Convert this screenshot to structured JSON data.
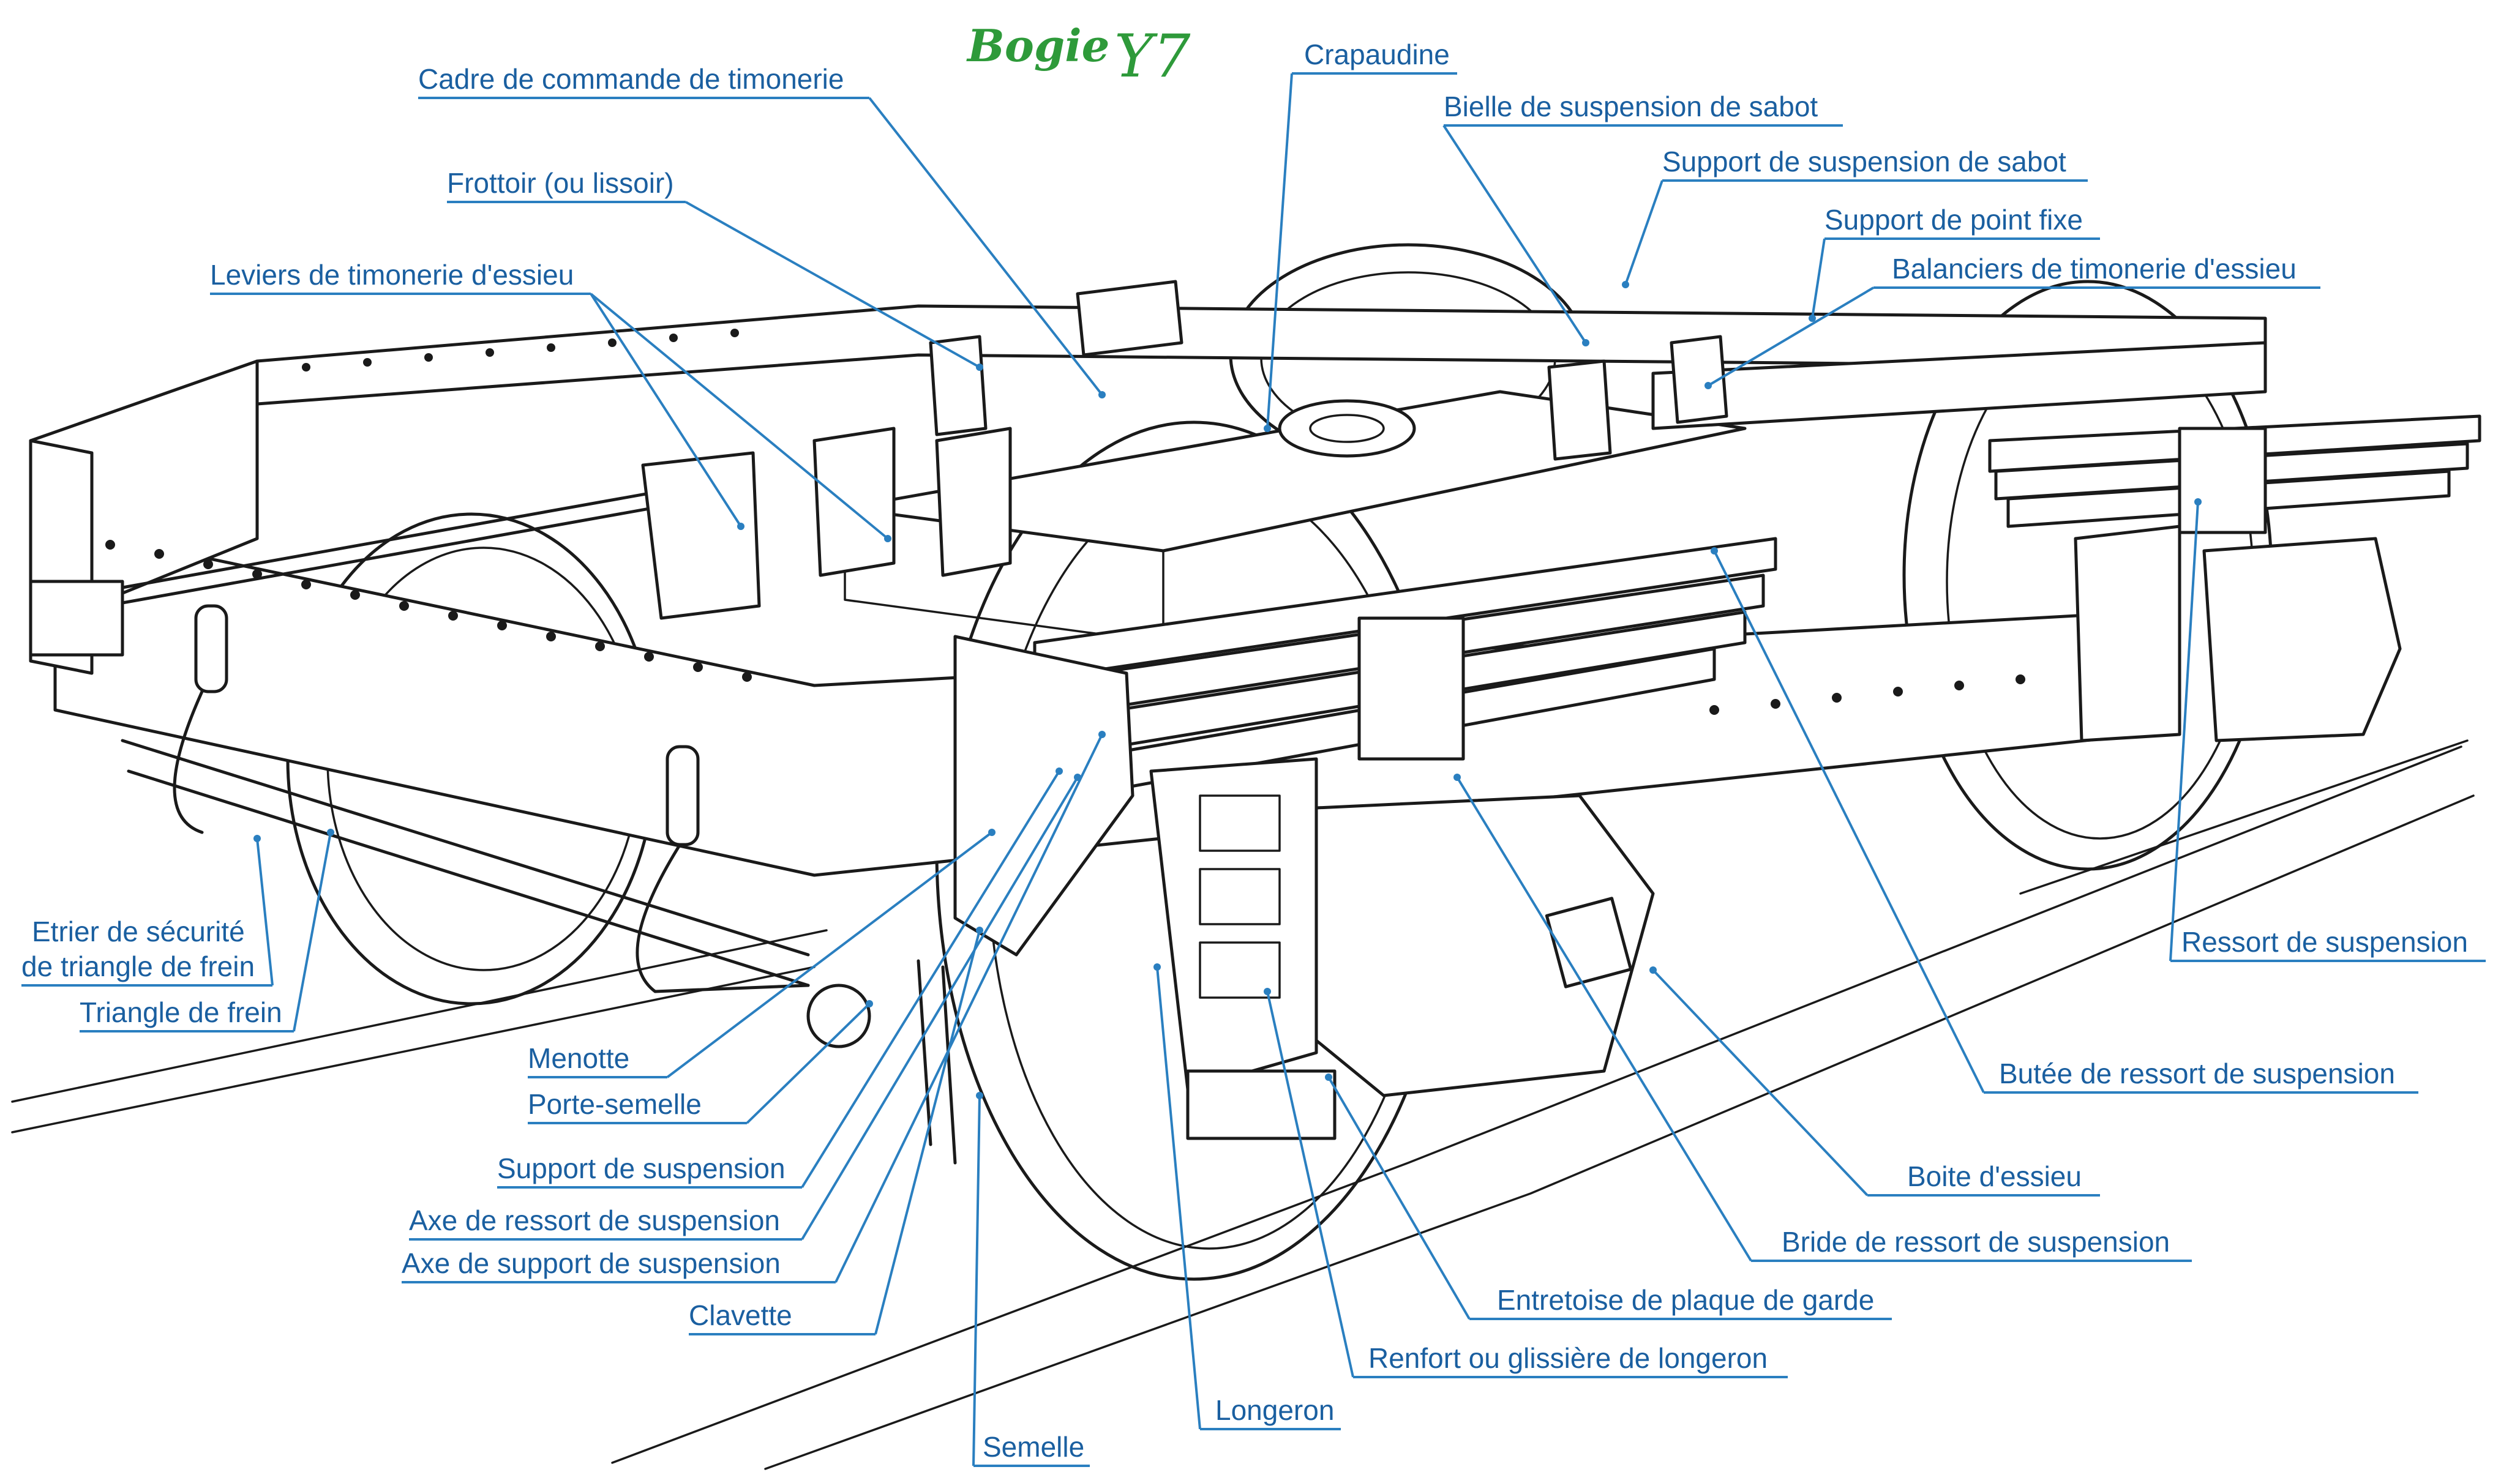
{
  "title": {
    "main": "Bogie",
    "model": "Y7"
  },
  "labels": {
    "cadre_commande": "Cadre de commande de timonerie",
    "frottoir": "Frottoir (ou lissoir)",
    "leviers": "Leviers de timonerie d'essieu",
    "crapaudine": "Crapaudine",
    "bielle_sabot": "Bielle de suspension de sabot",
    "support_sabot": "Support de suspension de sabot",
    "point_fixe": "Support de point fixe",
    "balanciers": "Balanciers de timonerie d'essieu",
    "etrier_1": "Etrier de sécurité",
    "etrier_2": "de triangle de frein",
    "triangle": "Triangle de frein",
    "menotte": "Menotte",
    "porte_semelle": "Porte-semelle",
    "support_suspension": "Support de suspension",
    "axe_ressort": "Axe de ressort de suspension",
    "axe_support": "Axe de support de suspension",
    "clavette": "Clavette",
    "semelle": "Semelle",
    "longeron": "Longeron",
    "renfort": "Renfort ou glissière de longeron",
    "entretoise": "Entretoise de plaque de garde",
    "bride": "Bride de ressort de suspension",
    "boite": "Boite d'essieu",
    "butee": "Butée de ressort de suspension",
    "ressort": "Ressort de suspension"
  },
  "colors": {
    "label_text": "#1a5fa0",
    "leader_line": "#2a7fc0",
    "title_green": "#2e9a3a",
    "drawing_ink": "#1a1a1a"
  }
}
